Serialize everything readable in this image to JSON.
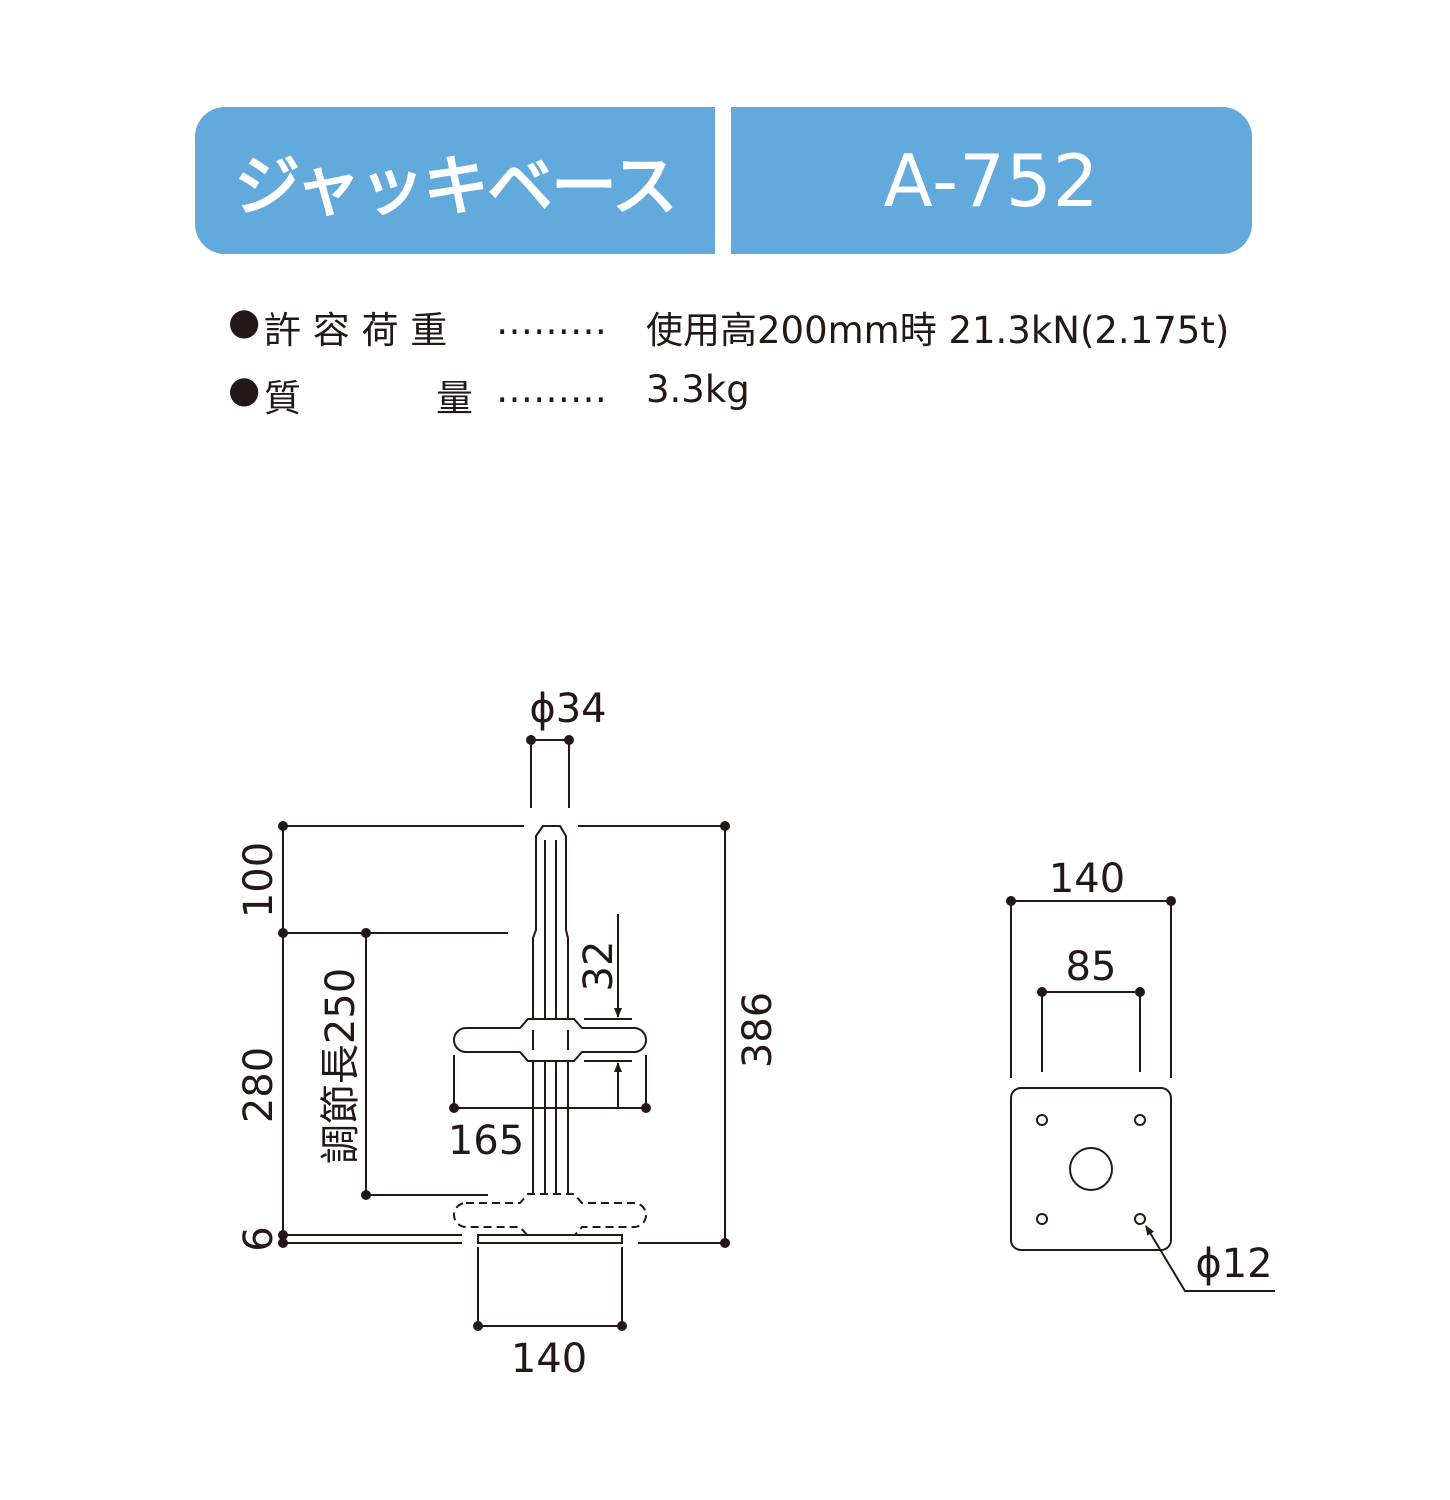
{
  "header": {
    "product_name": "ジャッキベース",
    "model_number": "A-752"
  },
  "specs": [
    {
      "bullet": "●",
      "label": "許 容 荷 重",
      "leader": "………",
      "value": "使用高200mm時 21.3kN(2.175t)"
    },
    {
      "bullet": "●",
      "label_first": "質",
      "label_last": "量",
      "leader": "………",
      "value": "3.3kg"
    }
  ],
  "side_view": {
    "pipe_diameter": "ϕ34",
    "top_length": "100",
    "adjust_range_height": "280",
    "adjust_length": "調節長250",
    "nut_height": "32",
    "handle_width": "165",
    "plate_thickness": "6",
    "total_height": "386",
    "base_width": "140"
  },
  "plan_view": {
    "plate_width": "140",
    "hole_pitch": "85",
    "hole_diameter": "ϕ12"
  },
  "colors": {
    "banner_fill": "#62aadc",
    "banner_text": "#ffffff",
    "line": "#231815"
  }
}
